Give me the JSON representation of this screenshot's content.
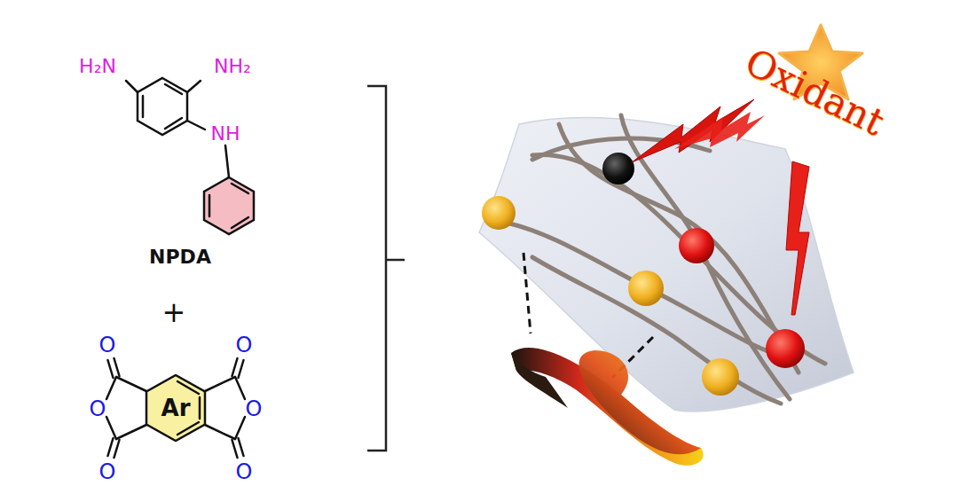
{
  "diagram": {
    "nodes": [
      {
        "text": [
          "Ar"
        ]
      }
    ],
    "labels": [
      "H₂N",
      "NH₂",
      "NH",
      "NPDA",
      "+",
      "O",
      "O",
      "O",
      "O",
      "O",
      "O",
      "Oxidant"
    ]
  }
}
